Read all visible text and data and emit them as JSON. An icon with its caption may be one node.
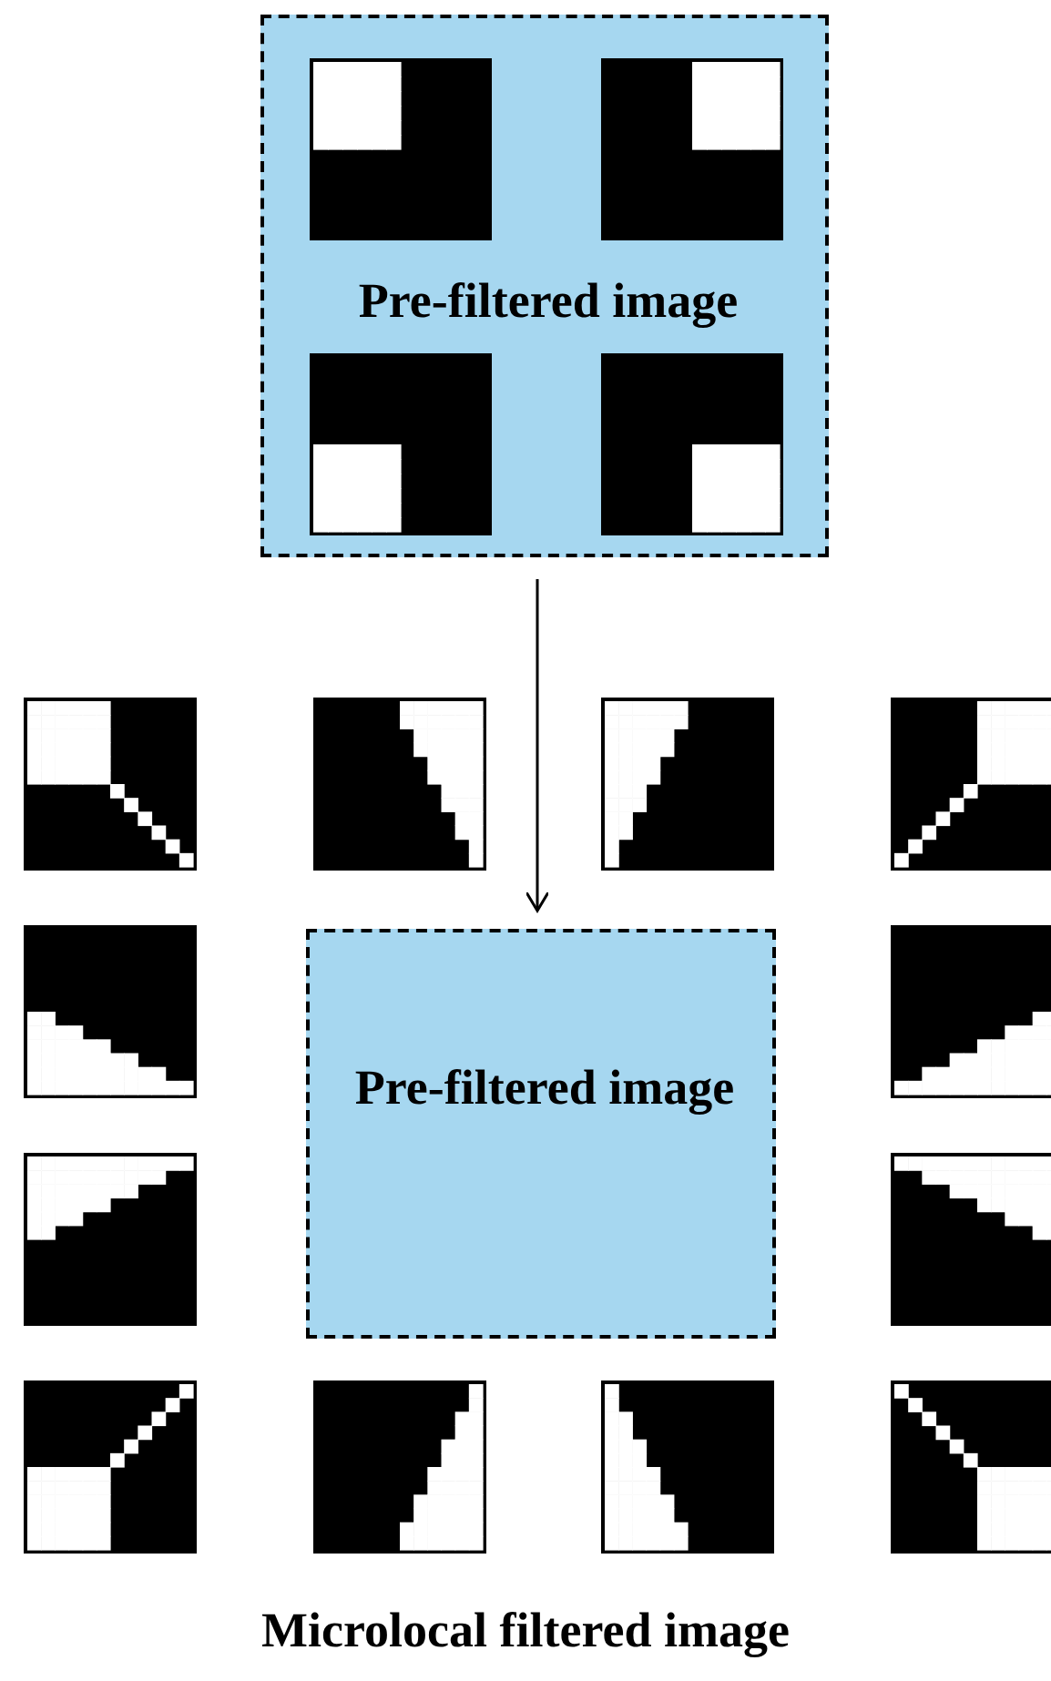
{
  "diagram": {
    "caption": "Microlocal filtered image",
    "nodes": [
      {
        "text": [
          "Pre-filtered image"
        ]
      },
      {
        "text": [
          "Pre-filtered image"
        ]
      }
    ],
    "edges": [
      {
        "from": 0,
        "to": 1,
        "arrow": "to"
      }
    ]
  }
}
